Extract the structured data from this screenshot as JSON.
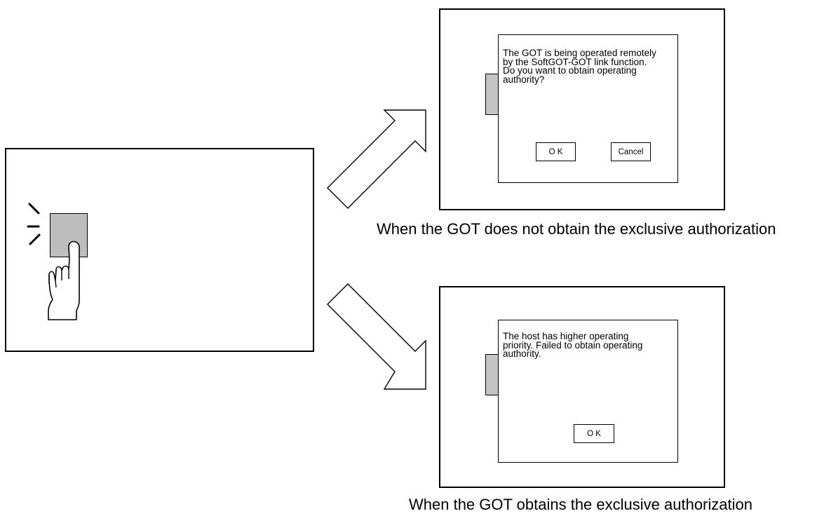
{
  "top_dialog": {
    "message": "The GOT is being operated remotely\nby the SoftGOT-GOT link function.\nDo you want to obtain operating\nauthority?",
    "ok_label": "O K",
    "cancel_label": "Cancel"
  },
  "top_caption": "When the GOT does not obtain the exclusive authorization",
  "bottom_dialog": {
    "message": "The host has higher operating\npriority. Failed to obtain operating\nauthority.",
    "ok_label": "O K"
  },
  "bottom_caption": "When the GOT obtains the exclusive authorization"
}
